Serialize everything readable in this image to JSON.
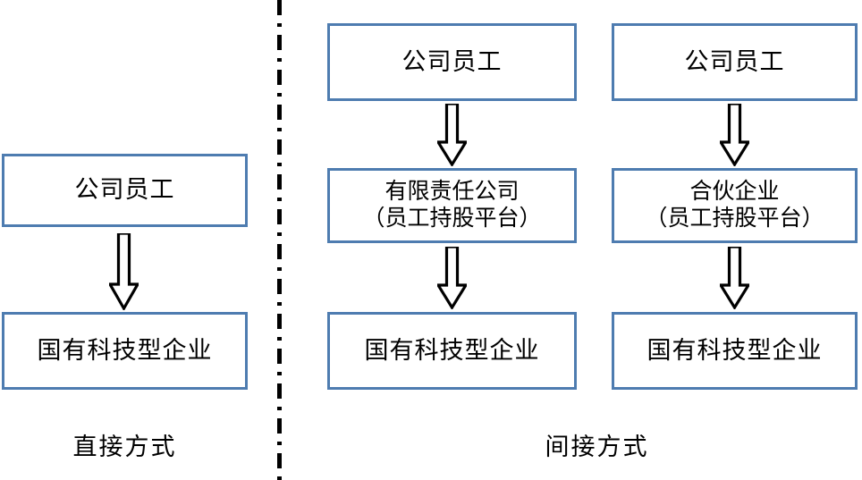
{
  "diagram": {
    "title_left_caption": "直接方式",
    "title_right_caption": "间接方式",
    "accent_color": "#4e7cb0",
    "divider_color": "#000000",
    "background_color": "#ffffff",
    "text_color": "#000000"
  },
  "left_column": {
    "caption": "直接方式",
    "boxes": [
      {
        "label": "公司员工"
      },
      {
        "label": "国有科技型企业"
      }
    ],
    "arrows": [
      {
        "name": "arrow-down",
        "direction": "down"
      }
    ]
  },
  "right_section": {
    "caption": "间接方式",
    "branches": [
      {
        "name": "llc-branch",
        "boxes": [
          {
            "label": "公司员工"
          },
          {
            "label": "有限责任公司\n（员工持股平台）"
          },
          {
            "label": "国有科技型企业"
          }
        ],
        "arrows": [
          {
            "name": "arrow-down",
            "direction": "down"
          },
          {
            "name": "arrow-down",
            "direction": "down"
          }
        ]
      },
      {
        "name": "partnership-branch",
        "boxes": [
          {
            "label": "公司员工"
          },
          {
            "label": "合伙企业\n（员工持股平台）"
          },
          {
            "label": "国有科技型企业"
          }
        ],
        "arrows": [
          {
            "name": "arrow-down",
            "direction": "down"
          },
          {
            "name": "arrow-down",
            "direction": "down"
          }
        ]
      }
    ]
  }
}
